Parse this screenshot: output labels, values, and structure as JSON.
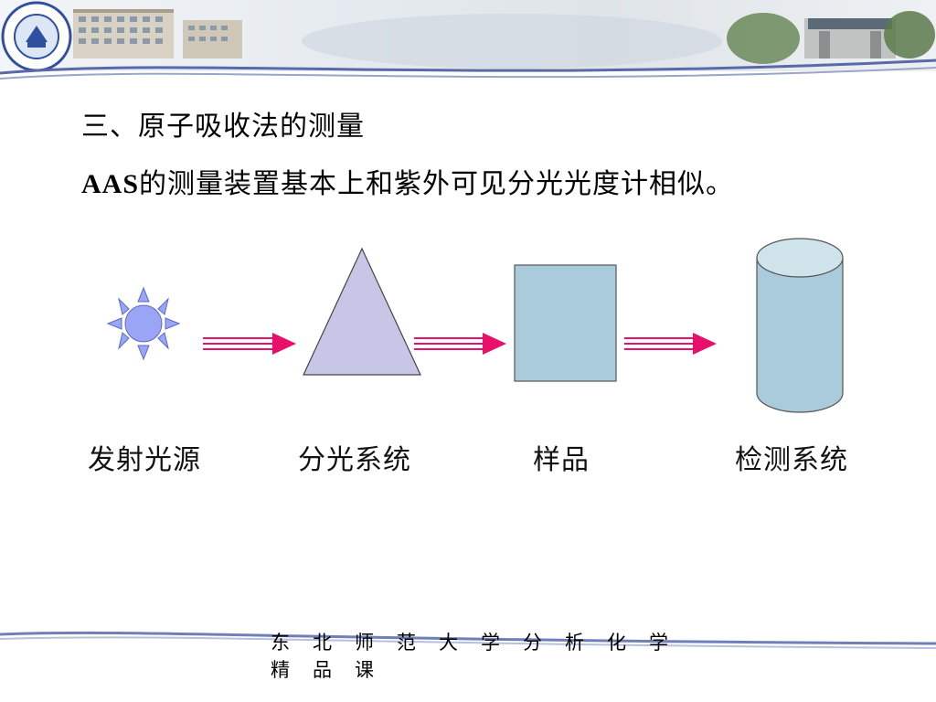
{
  "slide": {
    "title": "三、原子吸收法的测量",
    "subtitle_latin": "AAS",
    "subtitle_rest": "的测量装置基本上和紫外可见分光光度计相似。"
  },
  "diagram": {
    "stages": [
      {
        "label": "发射光源",
        "icon": "sun-icon"
      },
      {
        "label": "分光系统",
        "icon": "triangle-prism-icon"
      },
      {
        "label": "样品",
        "icon": "rectangle-sample-icon"
      },
      {
        "label": "检测系统",
        "icon": "cylinder-detector-icon"
      }
    ],
    "arrow_color": "#e8106a",
    "shape_colors": {
      "sun": "#9aa6f5",
      "prism": "#c7c6e6",
      "sample": "#a9cbdc",
      "cylinder": "#a9cbdc"
    }
  },
  "footer": {
    "line1": "东北师范大学分析化学",
    "line2": "精品课"
  }
}
